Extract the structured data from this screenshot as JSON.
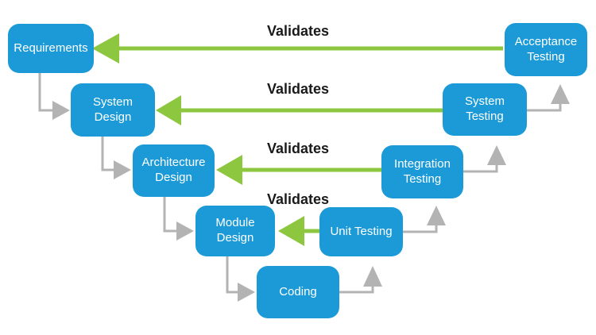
{
  "colors": {
    "box_fill": "#1b9ad7",
    "box_text": "#ffffff",
    "validates_arrow": "#8dc63f",
    "flow_arrow": "#b3b3b3",
    "label_text": "#1a1a1a",
    "background": "#ffffff"
  },
  "boxes": [
    {
      "id": "requirements",
      "label": "Requirements"
    },
    {
      "id": "system-design",
      "label": "System\nDesign"
    },
    {
      "id": "architecture-design",
      "label": "Architecture\nDesign"
    },
    {
      "id": "module-design",
      "label": "Module\nDesign"
    },
    {
      "id": "coding",
      "label": "Coding"
    },
    {
      "id": "unit-testing",
      "label": "Unit Testing"
    },
    {
      "id": "integration-testing",
      "label": "Integration\nTesting"
    },
    {
      "id": "system-testing",
      "label": "System\nTesting"
    },
    {
      "id": "acceptance-testing",
      "label": "Acceptance\nTesting"
    }
  ],
  "validates_labels": [
    "Validates",
    "Validates",
    "Validates",
    "Validates"
  ]
}
